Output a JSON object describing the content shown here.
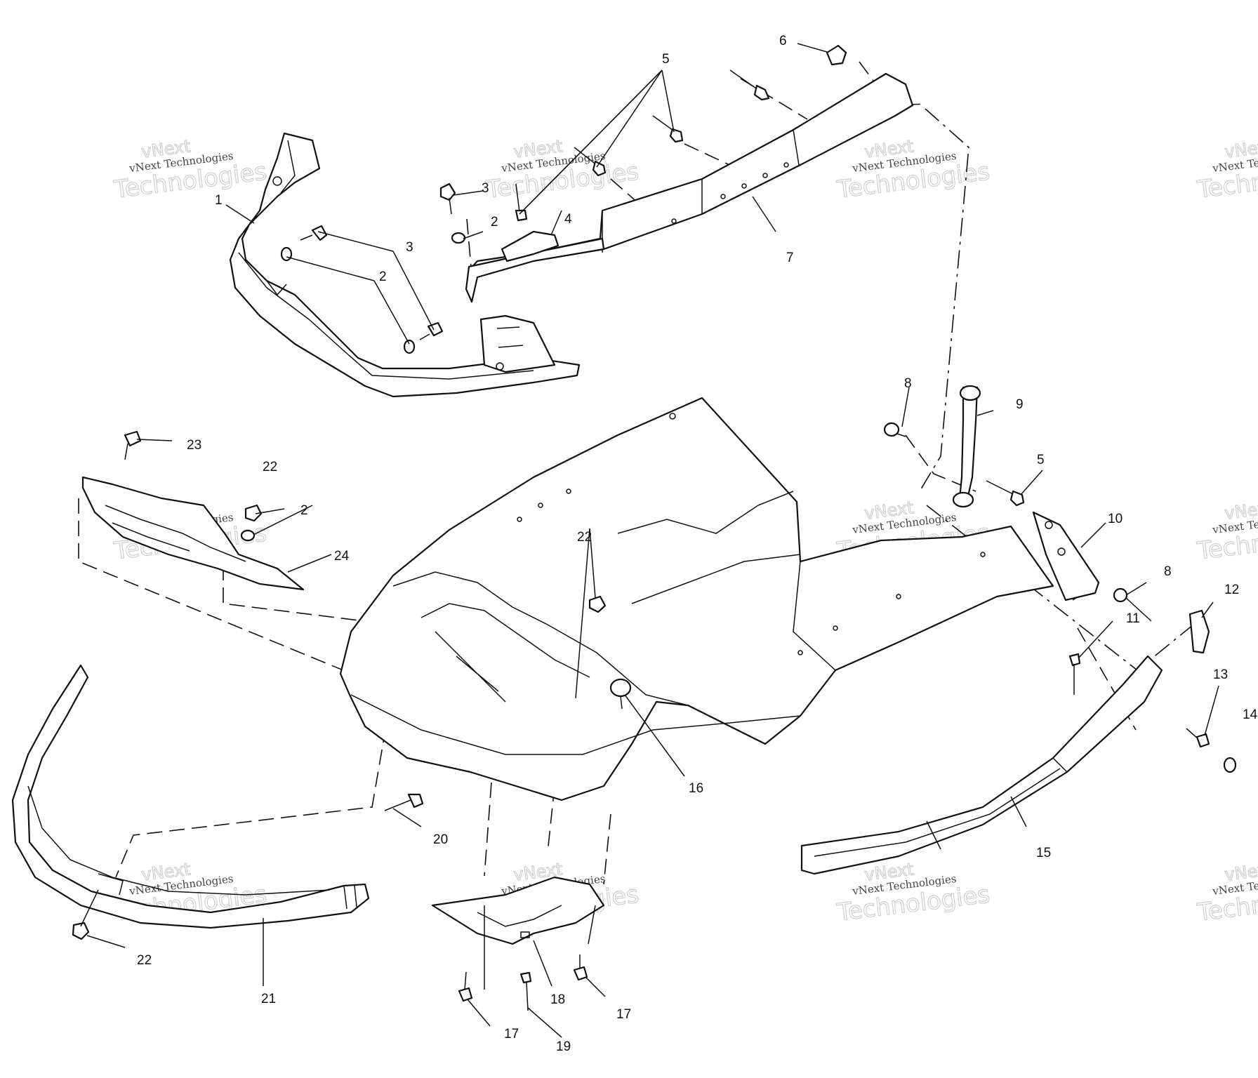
{
  "watermark": {
    "line1": "vNext",
    "line2": "vNext Technologies",
    "line3": "Technologies"
  },
  "callouts": {
    "c1": "1",
    "c2a": "2",
    "c2b": "2",
    "c2c": "2",
    "c3a": "3",
    "c3b": "3",
    "c4": "4",
    "c5a": "5",
    "c5b": "5",
    "c6": "6",
    "c7": "7",
    "c8a": "8",
    "c8b": "8",
    "c9": "9",
    "c10": "10",
    "c11": "11",
    "c12": "12",
    "c13": "13",
    "c14": "14",
    "c15": "15",
    "c16": "16",
    "c17a": "17",
    "c17b": "17",
    "c18": "18",
    "c19": "19",
    "c20": "20",
    "c21": "21",
    "c22a": "22",
    "c22b": "22",
    "c22c": "22",
    "c23": "23",
    "c24": "24"
  }
}
